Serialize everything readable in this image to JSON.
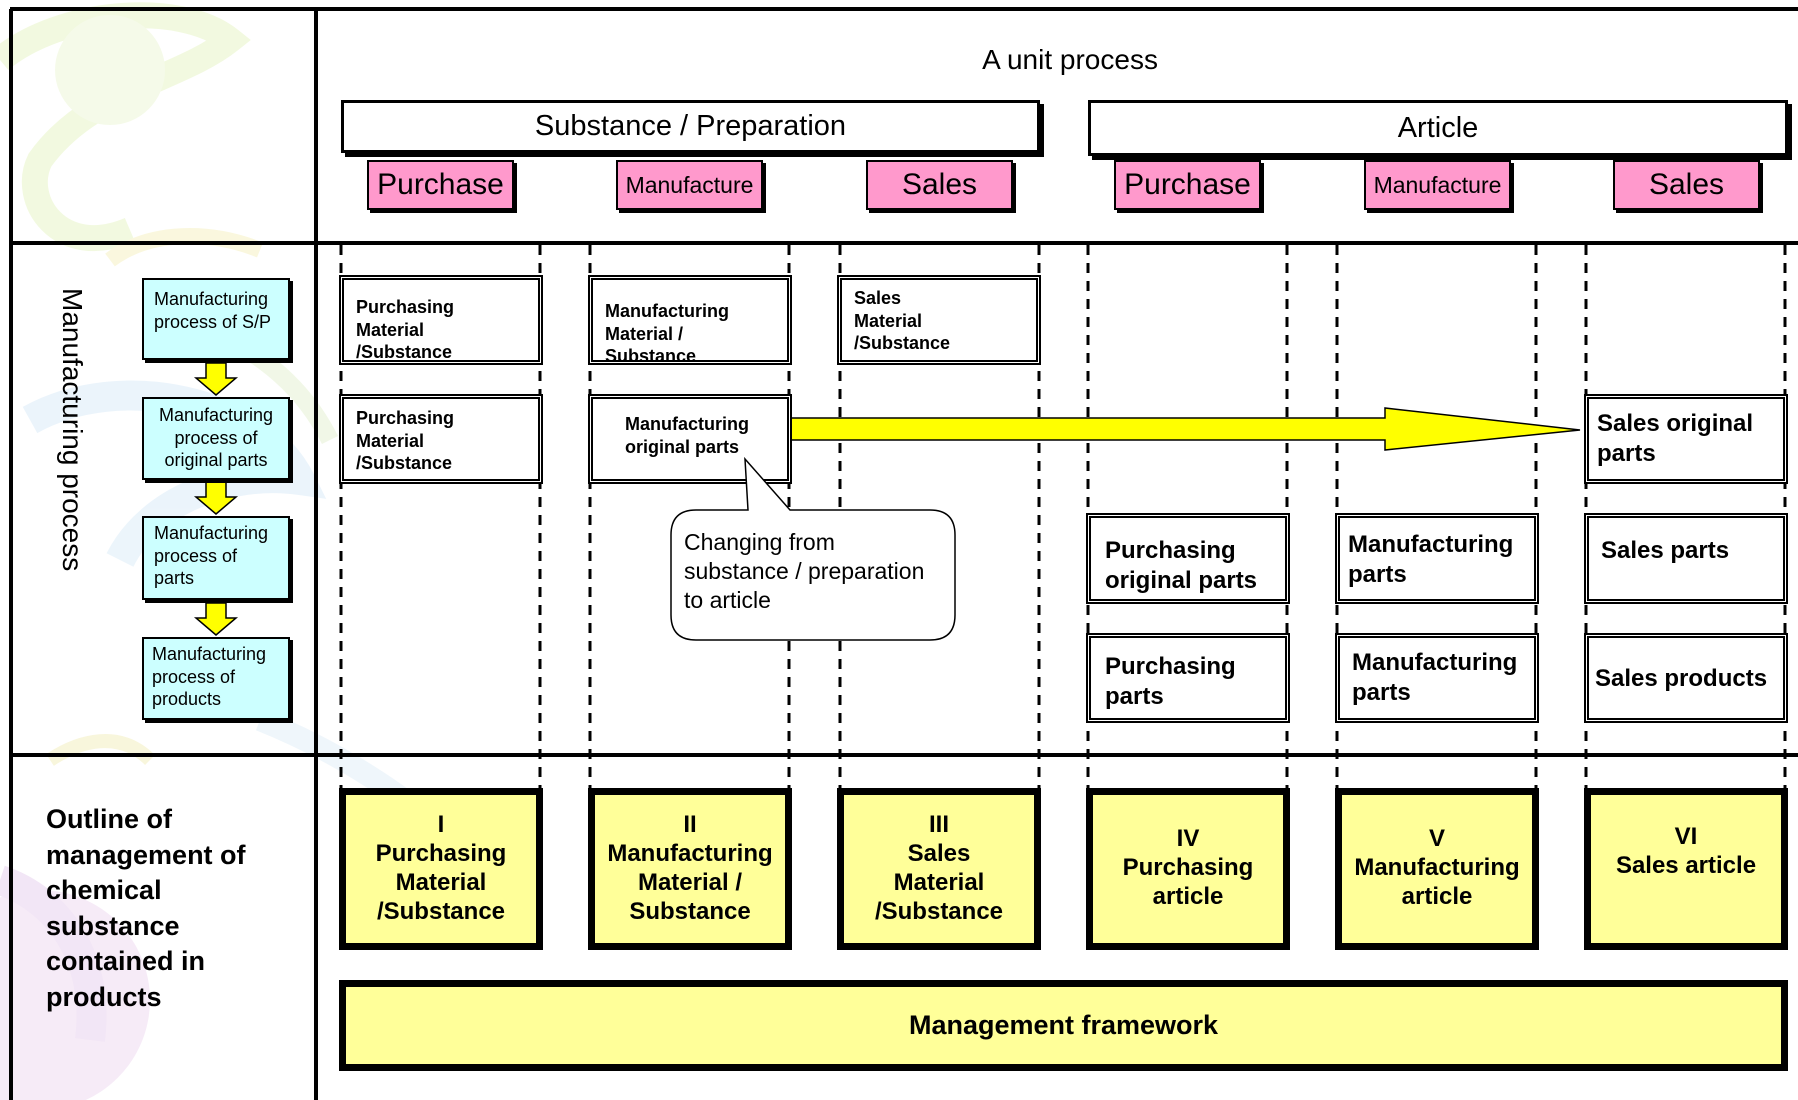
{
  "title": "A unit process",
  "groups": {
    "substance": "Substance / Preparation",
    "article": "Article"
  },
  "stages": {
    "sp_purchase": "Purchase",
    "sp_manufacture": "Manufacture",
    "sp_sales": "Sales",
    "ar_purchase": "Purchase",
    "ar_manufacture": "Manufacture",
    "ar_sales": "Sales"
  },
  "row_labels": {
    "manufacturing_process": "Manufacturing process",
    "outline": [
      "Outline of",
      "management of",
      "chemical",
      "substance",
      "contained in",
      "products"
    ]
  },
  "process_steps": [
    [
      "Manufacturing",
      "process of S/P"
    ],
    [
      "Manufacturing",
      "process of",
      "original parts"
    ],
    [
      "Manufacturing",
      "process of",
      "parts"
    ],
    [
      "Manufacturing",
      "process of",
      "products"
    ]
  ],
  "boxes": {
    "sp_purchase_1": [
      "Purchasing",
      "Material",
      "/Substance"
    ],
    "sp_manufacture_1": [
      "Manufacturing",
      "Material / Substance"
    ],
    "sp_sales_1": [
      "Sales",
      "Material",
      "/Substance"
    ],
    "sp_purchase_2": [
      "Purchasing",
      "Material",
      "/Substance"
    ],
    "sp_manufacture_2": [
      "Manufacturing",
      "original parts"
    ],
    "ar_sales_original": [
      "Sales original",
      "parts"
    ],
    "ar_purchase_original": [
      "Purchasing",
      "original parts"
    ],
    "ar_manufacture_parts_1": [
      "Manufacturing",
      "parts"
    ],
    "ar_sales_parts": [
      "Sales parts"
    ],
    "ar_purchase_parts": [
      "Purchasing",
      "parts"
    ],
    "ar_manufacture_parts_2": [
      "Manufacturing",
      "parts"
    ],
    "ar_sales_products": [
      "Sales products"
    ]
  },
  "callout": [
    "Changing from",
    "substance / preparation",
    "to article"
  ],
  "categories": [
    [
      "I",
      "Purchasing",
      "Material",
      "/Substance"
    ],
    [
      "II",
      "Manufacturing",
      "Material /",
      "Substance"
    ],
    [
      "III",
      "Sales",
      "Material",
      "/Substance"
    ],
    [
      "IV",
      "Purchasing",
      "article"
    ],
    [
      "V",
      "Manufacturing",
      "article"
    ],
    [
      "VI",
      "Sales article"
    ]
  ],
  "framework": "Management framework",
  "colors": {
    "tab_fill": "#ff99cc",
    "step_fill": "#ccffff",
    "category_fill": "#ffff99",
    "arrow_fill": "#ffff00"
  }
}
